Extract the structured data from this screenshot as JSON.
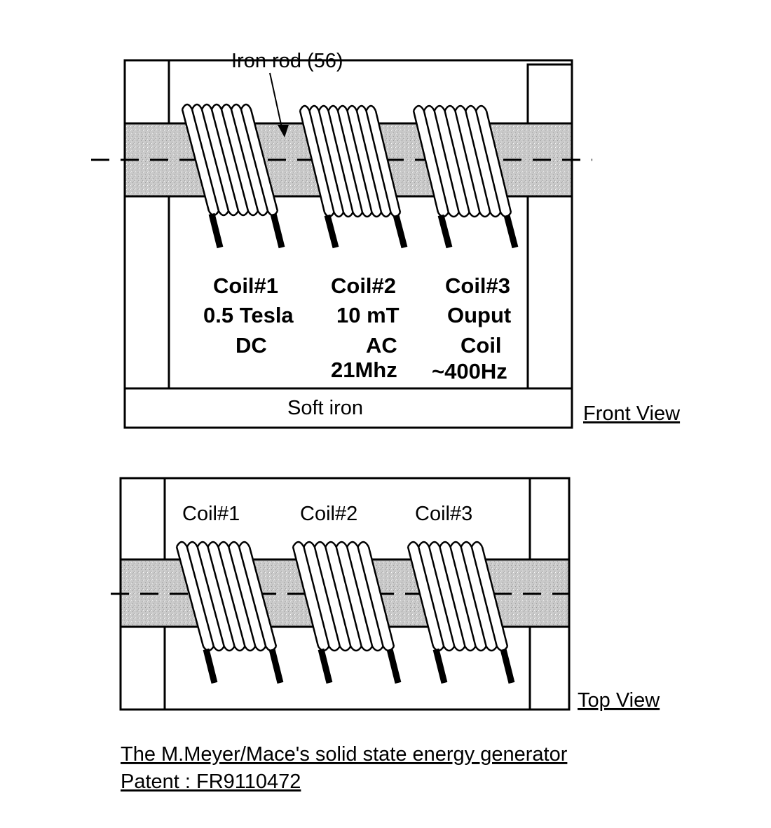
{
  "front_view": {
    "rod_label": "Iron rod (56)",
    "base_label": "Soft iron",
    "view_label": "Front View",
    "coils": [
      {
        "name": "Coil#1",
        "lines": [
          "0.5 Tesla",
          "DC"
        ]
      },
      {
        "name": "Coil#2",
        "lines": [
          "10 mT",
          "AC",
          "21Mhz"
        ]
      },
      {
        "name": "Coil#3",
        "lines": [
          "Ouput",
          "Coil",
          "~400Hz"
        ]
      }
    ]
  },
  "top_view": {
    "view_label": "Top View",
    "coils": [
      {
        "name": "Coil#1"
      },
      {
        "name": "Coil#2"
      },
      {
        "name": "Coil#3"
      }
    ]
  },
  "caption": {
    "line1": "The M.Meyer/Mace's solid state energy generator",
    "line2": "Patent : FR9110472"
  }
}
